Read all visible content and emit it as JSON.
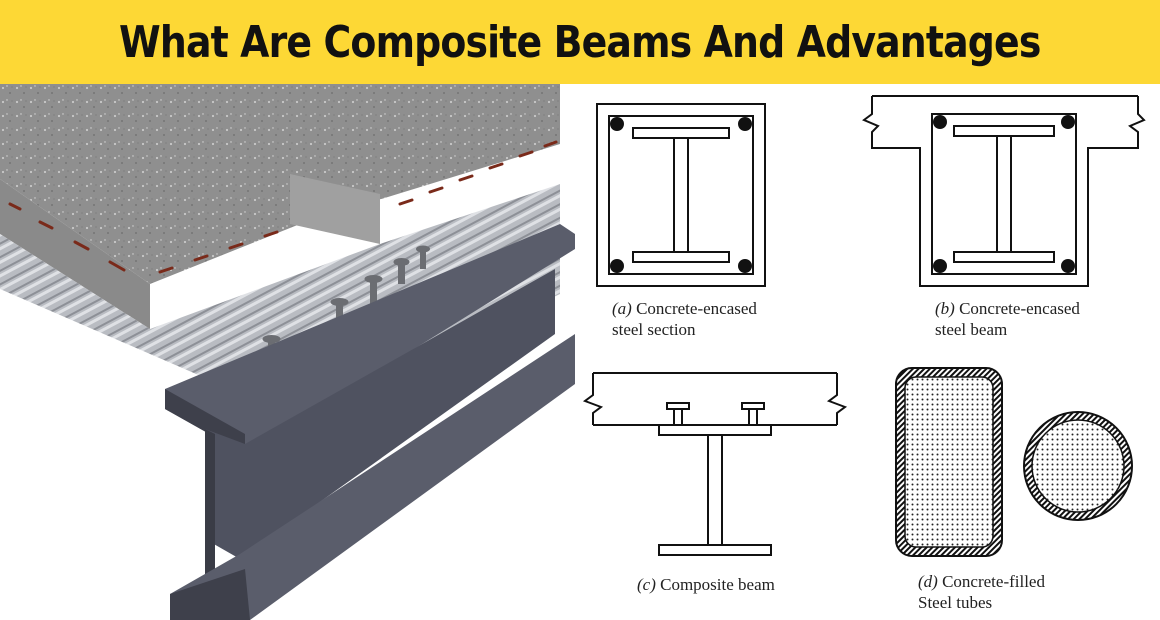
{
  "header": {
    "title": "What Are Composite Beams And Advantages"
  },
  "colors": {
    "banner": "#fdd835",
    "steel": "#4f5260",
    "concrete": "#9a9a9a"
  },
  "captions": {
    "a": {
      "mark": "(a)",
      "line1": " Concrete-encased",
      "line2": "steel section"
    },
    "b": {
      "mark": "(b)",
      "line1": " Concrete-encased",
      "line2": "steel beam"
    },
    "c": {
      "mark": "(c)",
      "line1": " Composite beam"
    },
    "d": {
      "mark": "(d)",
      "line1": " Concrete-filled",
      "line2": "Steel tubes"
    }
  }
}
